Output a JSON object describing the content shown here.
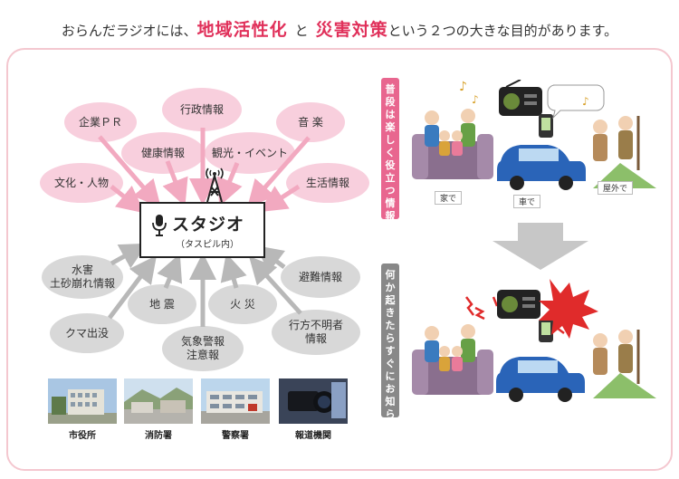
{
  "headline": {
    "prefix": "おらんだラジオには、",
    "accent1": "地域活性化",
    "middle": "と",
    "accent2": "災害対策",
    "suffix": "という２つの大きな目的があります。"
  },
  "studio": {
    "title": "スタジオ",
    "subtitle": "（タスピル内）"
  },
  "daily_topics": [
    "企業ＰＲ",
    "行政情報",
    "音 楽",
    "健康情報",
    "観光・イベント",
    "文化・人物",
    "生活情報"
  ],
  "disaster_topics": {
    "flood": [
      "水害",
      "土砂崩れ情報"
    ],
    "earthquake": "地 震",
    "fire": "火 災",
    "evacuation": "避難情報",
    "bear": "クマ出没",
    "weather": [
      "気象警報",
      "注意報"
    ],
    "missing": [
      "行方不明者",
      "情報"
    ]
  },
  "sources": [
    "市役所",
    "消防署",
    "警察署",
    "報道機関"
  ],
  "daily_label": "普段は楽しく役立つ情報を",
  "emergency_label": "何か起きたらすぐにお知らせ",
  "scenes": [
    "家で",
    "車で",
    "屋外で"
  ],
  "colors": {
    "accent": "#e0305a",
    "pink_bubble": "#f8cfdd",
    "gray_bubble": "#d8d8d8",
    "border": "#f4c7cf"
  }
}
